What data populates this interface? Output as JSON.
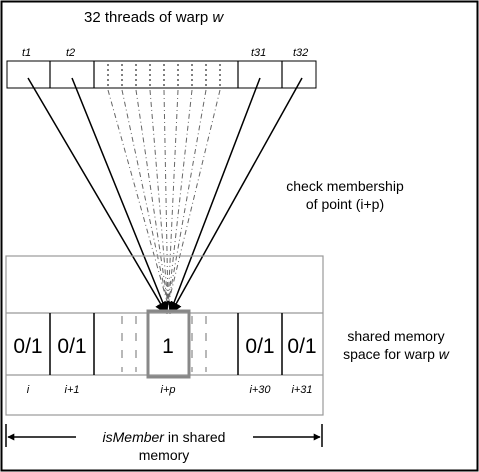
{
  "title": {
    "text": "32 threads of warp ",
    "var": "w"
  },
  "threads": [
    "t1",
    "t2",
    "t31",
    "t32"
  ],
  "annotation": {
    "line1": "check membership",
    "line2": "of point (i+p)"
  },
  "cells": [
    "0/1",
    "0/1",
    "1",
    "0/1",
    "0/1"
  ],
  "indices": [
    "i",
    "i+1",
    "i+p",
    "i+30",
    "i+31"
  ],
  "shared_memory_label": {
    "line1": "shared memory",
    "line2_prefix": "space for warp ",
    "line2_var": "w"
  },
  "span_label": {
    "var": "isMember",
    "line1_rest": " in shared",
    "line2": "memory"
  }
}
